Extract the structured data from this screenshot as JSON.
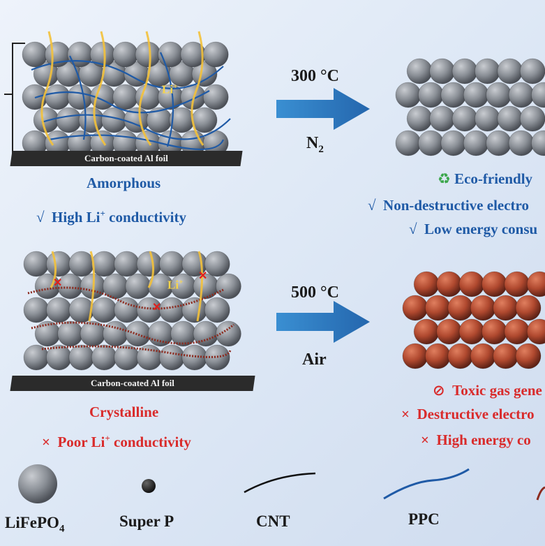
{
  "top_process": {
    "temperature": "300 °C",
    "atmosphere_main": "N",
    "atmosphere_sub": "2",
    "foil_label": "Carbon-coated Al foil",
    "ion_label": "Li",
    "ion_sup": "+",
    "state_label": "Amorphous",
    "property_mark": "√",
    "property_text": "High Li",
    "property_sup": "+",
    "property_tail": " conductivity",
    "benefits": [
      {
        "mark": "♻",
        "text": "Eco-friendly"
      },
      {
        "mark": "√",
        "text": "Non-destructive electro"
      },
      {
        "mark": "√",
        "text": "Low energy consu"
      }
    ]
  },
  "bottom_process": {
    "temperature": "500 °C",
    "atmosphere": "Air",
    "foil_label": "Carbon-coated Al foil",
    "ion_label": "Li",
    "ion_sup": "+",
    "state_label": "Crystalline",
    "property_mark": "×",
    "property_text": "Poor Li",
    "property_sup": "+",
    "property_tail": " conductivity",
    "drawbacks": [
      {
        "mark": "⊘",
        "text": "Toxic gas gene"
      },
      {
        "mark": "×",
        "text": "Destructive electro"
      },
      {
        "mark": "×",
        "text": "High energy co"
      }
    ]
  },
  "legend": {
    "lifepo4_main": "LiFePO",
    "lifepo4_sub": "4",
    "superp": "Super P",
    "cnt": "CNT",
    "ppc": "PPC"
  },
  "colors": {
    "blue_text": "#1f5aa6",
    "red_text": "#d92b2b",
    "arrow": "#2f7fc4",
    "particle_gray": "#8a8f96",
    "particle_red": "#b0492f",
    "ppc_blue": "#1f5aa6",
    "ppc_crystalline": "#8c2a1e",
    "li_path": "#f3c13a"
  }
}
